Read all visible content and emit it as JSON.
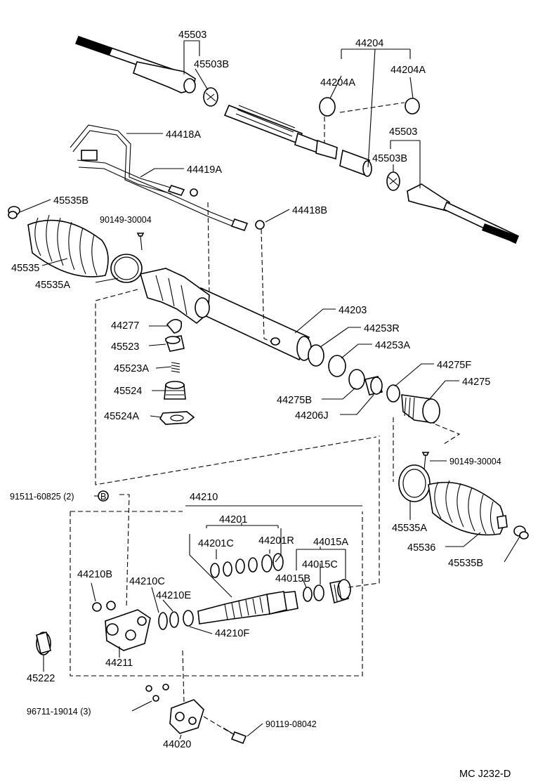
{
  "labels": {
    "p45503_top": "45503",
    "p45503B_top": "45503B",
    "p44204": "44204",
    "p44204A_l": "44204A",
    "p44204A_r": "44204A",
    "p44418A": "44418A",
    "p45503_r": "45503",
    "p45503B_r": "45503B",
    "p44419A": "44419A",
    "p45535B_top": "45535B",
    "p44418B": "44418B",
    "p90149_top": "90149-30004",
    "p45535": "45535",
    "p45535A_top": "45535A",
    "p44203": "44203",
    "p44277": "44277",
    "p44253R": "44253R",
    "p45523": "45523",
    "p44253A": "44253A",
    "p45523A": "45523A",
    "p44275F": "44275F",
    "p45524": "45524",
    "p44275": "44275",
    "p44275B": "44275B",
    "p45524A": "45524A",
    "p44206J": "44206J",
    "p90149_r": "90149-30004",
    "p91511": "91511-60825 (2)",
    "p91511_mark": "B",
    "p44210": "44210",
    "p44201": "44201",
    "p44201C": "44201C",
    "p44201R": "44201R",
    "p44015A": "44015A",
    "p45535A_r": "45535A",
    "p45536": "45536",
    "p44210B": "44210B",
    "p44210C": "44210C",
    "p44015C": "44015C",
    "p44015B": "44015B",
    "p45535B_r": "45535B",
    "p44210E": "44210E",
    "p44210F": "44210F",
    "p44211": "44211",
    "p45222": "45222",
    "p96711": "96711-19014 (3)",
    "p90119": "90119-08042",
    "p44020": "44020",
    "footer_code": "MC J232-D"
  }
}
